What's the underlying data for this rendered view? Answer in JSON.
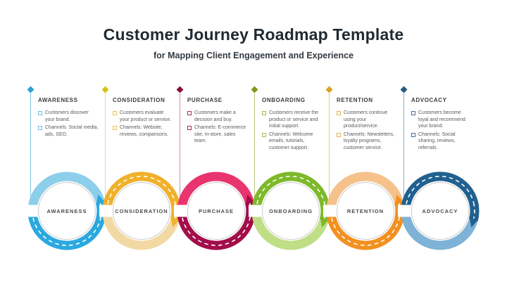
{
  "header": {
    "title": "Customer Journey Roadmap Template",
    "subtitle": "for Mapping Client Engagement and Experience"
  },
  "stages": [
    {
      "name": "AWARENESS",
      "label": "AWARENESS",
      "bullets": [
        "Customers discover your brand.",
        "Channels: Social media, ads, SEO."
      ],
      "colors": {
        "road": "#2BA9DF",
        "light": "#8DCEEB",
        "marker": "#2E9FD6",
        "line": "#7EC6E6",
        "checkbox": "#66BAE1"
      }
    },
    {
      "name": "CONSIDERATION",
      "label": "CONSIDERATION",
      "bullets": [
        "Customers evaluate your product or service.",
        "Channels: Website, reviews, comparisons."
      ],
      "colors": {
        "road": "#F0B12B",
        "light": "#F2D9A3",
        "marker": "#D5C31E",
        "line": "#E6D284",
        "checkbox": "#E5BE45"
      }
    },
    {
      "name": "PURCHASE",
      "label": "PURCHASE",
      "bullets": [
        "Customers make a decision and buy.",
        "Channels: E-commerce site, in-store, sales team."
      ],
      "colors": {
        "road": "#A30D4A",
        "light": "#E8356F",
        "marker": "#8F0D41",
        "line": "#CF93A8",
        "checkbox": "#A7174F"
      }
    },
    {
      "name": "ONBOARDING",
      "label": "ONBOARDING",
      "bullets": [
        "Customers receive the product or service and initial support.",
        "Channels: Welcome emails, tutorials, customer support."
      ],
      "colors": {
        "road": "#7DB92A",
        "light": "#BFDE86",
        "marker": "#7E9B21",
        "line": "#BCC97E",
        "checkbox": "#A4B239"
      }
    },
    {
      "name": "RETENTION",
      "label": "RETENTION",
      "bullets": [
        "Customers continue using your product/service.",
        "Channels: Newsletters, loyalty programs, customer service."
      ],
      "colors": {
        "road": "#F29120",
        "light": "#F5C28C",
        "marker": "#D9A51F",
        "line": "#E8C888",
        "checkbox": "#DDAC40"
      }
    },
    {
      "name": "ADVOCACY",
      "label": "ADVOCACY",
      "bullets": [
        "Customers become loyal and recommend your brand.",
        "Channels: Social sharing, reviews, referrals."
      ],
      "colors": {
        "road": "#20618F",
        "light": "#7FB2D7",
        "marker": "#275A80",
        "line": "#93AEC2",
        "checkbox": "#34618A"
      }
    }
  ]
}
